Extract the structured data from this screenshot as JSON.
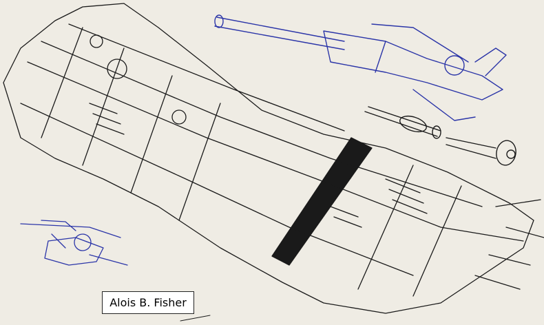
{
  "artwork": {
    "paper_color": "#efece4",
    "ink_black": "#1a1a1a",
    "ink_blue": "#2b35a8",
    "subjects": [
      "battleship-sketch",
      "fighter-sketch",
      "missile-sketch"
    ]
  },
  "caption": {
    "text": "Alois B. Fisher"
  }
}
